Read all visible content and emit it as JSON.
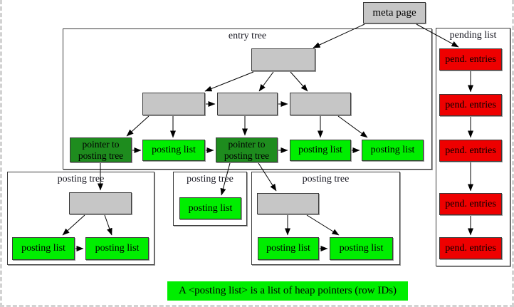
{
  "containers": {
    "entry_tree": "entry tree",
    "pending_list": "pending list",
    "posting_tree_left": "posting tree",
    "posting_tree_middle": "posting tree",
    "posting_tree_right": "posting tree"
  },
  "nodes": {
    "meta_page": "meta page",
    "posting_list": "posting list",
    "pointer_to_posting_tree": "pointer to posting tree",
    "pend_entries": "pend. entries"
  },
  "caption": "A <posting list> is a list of heap pointers (row IDs)",
  "colors": {
    "node_fill_gray": "#c6c6c6",
    "posting_list_green": "#00ee00",
    "pointer_dark_green": "#1e8c1e",
    "pending_red": "#ee0000",
    "caption_bg": "#00ee00"
  }
}
